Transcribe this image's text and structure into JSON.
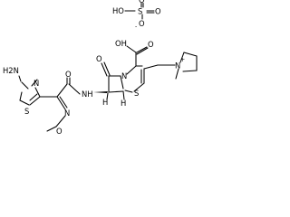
{
  "diagram": {
    "atoms": {
      "h2n": "H2N",
      "thiazole_s": "S",
      "thiazole_n": "N",
      "oxime_n": "N",
      "oxime_o": "O",
      "amide_o": "O",
      "amide_nh": "NH",
      "h_stereo1": "H",
      "h_stereo2": "H",
      "lactam_n": "N",
      "lactam_o": "O",
      "ring_s": "S",
      "cooh_label": "OH",
      "cooh_o": "O",
      "pyrrolidinium_n": "N",
      "n_plus": "+",
      "sulfate_ho": "HO",
      "sulfate_s": "S",
      "sulfate_o_top": "O",
      "sulfate_o_right": "O",
      "sulfate_o_bottom": "O",
      "o_minus": "-"
    }
  }
}
